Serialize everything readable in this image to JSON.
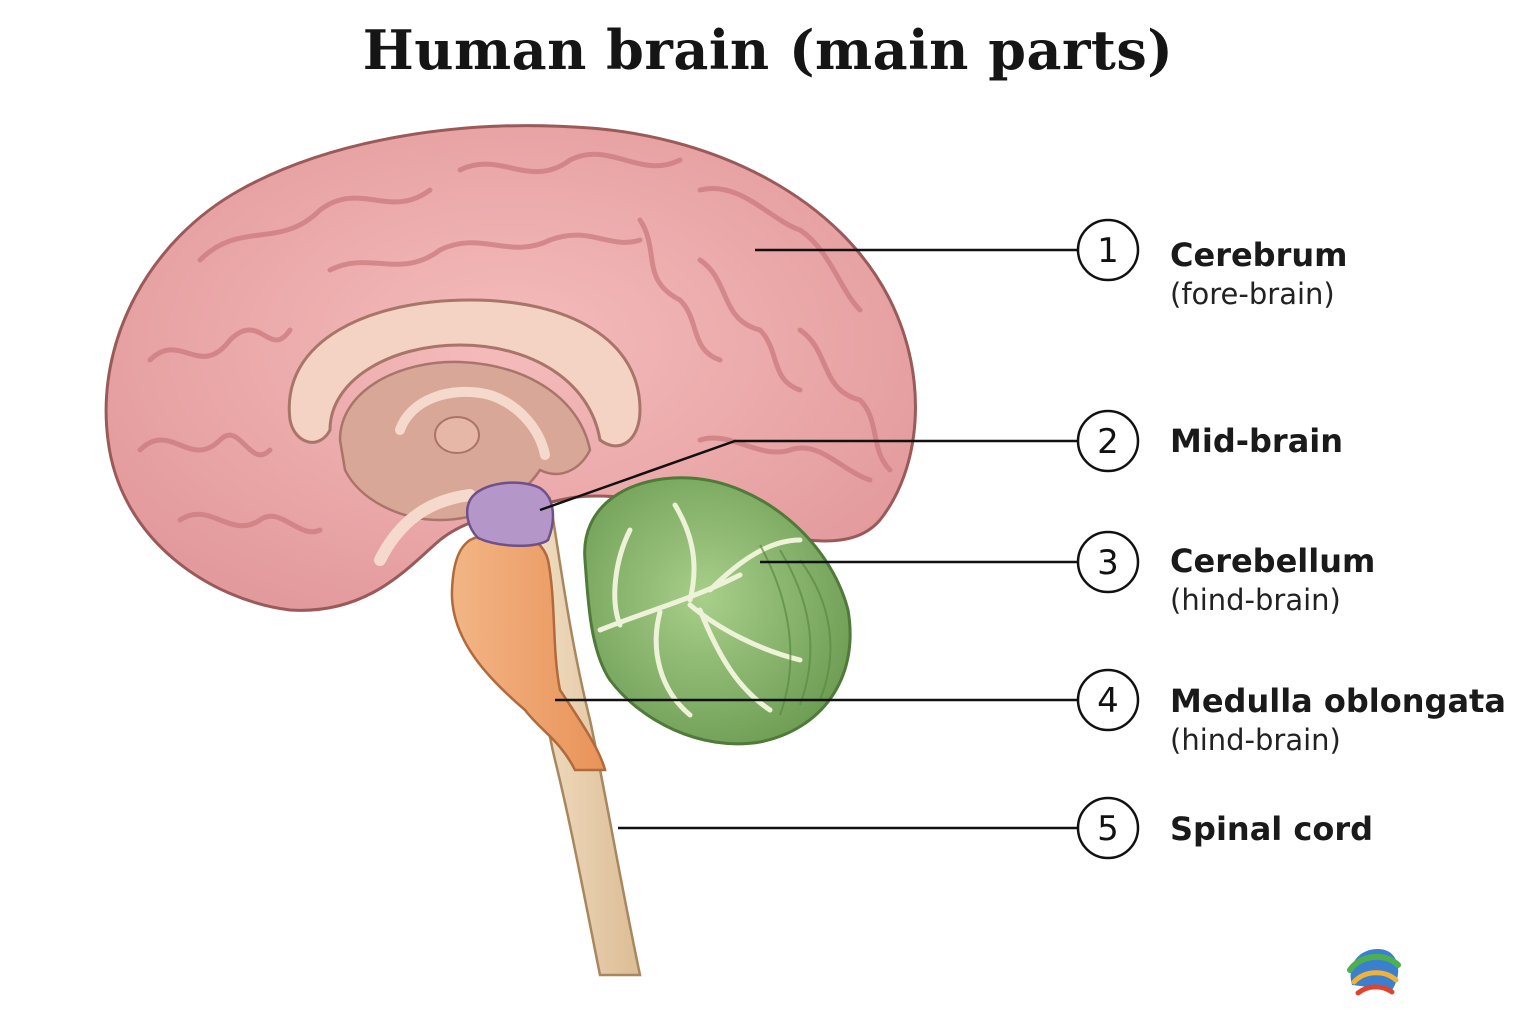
{
  "title": "Human brain (main parts)",
  "labels": [
    {
      "number": "1",
      "name": "Cerebrum",
      "sub": "(fore-brain)"
    },
    {
      "number": "2",
      "name": "Mid-brain",
      "sub": ""
    },
    {
      "number": "3",
      "name": "Cerebellum",
      "sub": "(hind-brain)"
    },
    {
      "number": "4",
      "name": "Medulla oblongata",
      "sub": "(hind-brain)"
    },
    {
      "number": "5",
      "name": "Spinal cord",
      "sub": ""
    }
  ],
  "colors": {
    "cerebrum": "#eeaaaa",
    "midbrain": "#b497c8",
    "cerebellum": "#8fbb72",
    "medulla": "#f0a877",
    "spinal_cord": "#e8cfae",
    "leader_line": "#111111"
  },
  "icons": {
    "logo": "globe-logo-icon"
  }
}
